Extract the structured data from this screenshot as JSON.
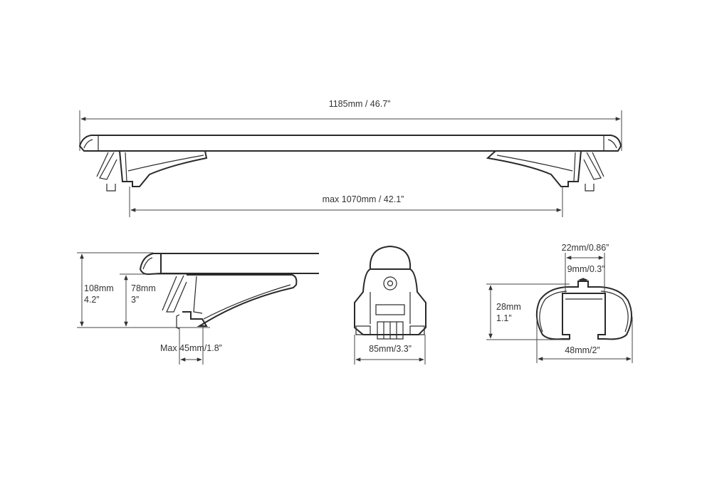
{
  "top_view": {
    "overall_length": "1185mm / 46.7”",
    "foot_spacing": "max 1070mm / 42.1”"
  },
  "side_view": {
    "total_height_mm": "108mm",
    "total_height_in": "4.2”",
    "foot_height_mm": "78mm",
    "foot_height_in": "3”",
    "clamp_width": "Max 45mm/1.8”"
  },
  "foot_front_view": {
    "width": "85mm/3.3”"
  },
  "bar_profile": {
    "slot_outer": "22mm/0.86”",
    "slot_inner": "9mm/0.3”",
    "height_mm": "28mm",
    "height_in": "1.1”",
    "width": "48mm/2”"
  }
}
